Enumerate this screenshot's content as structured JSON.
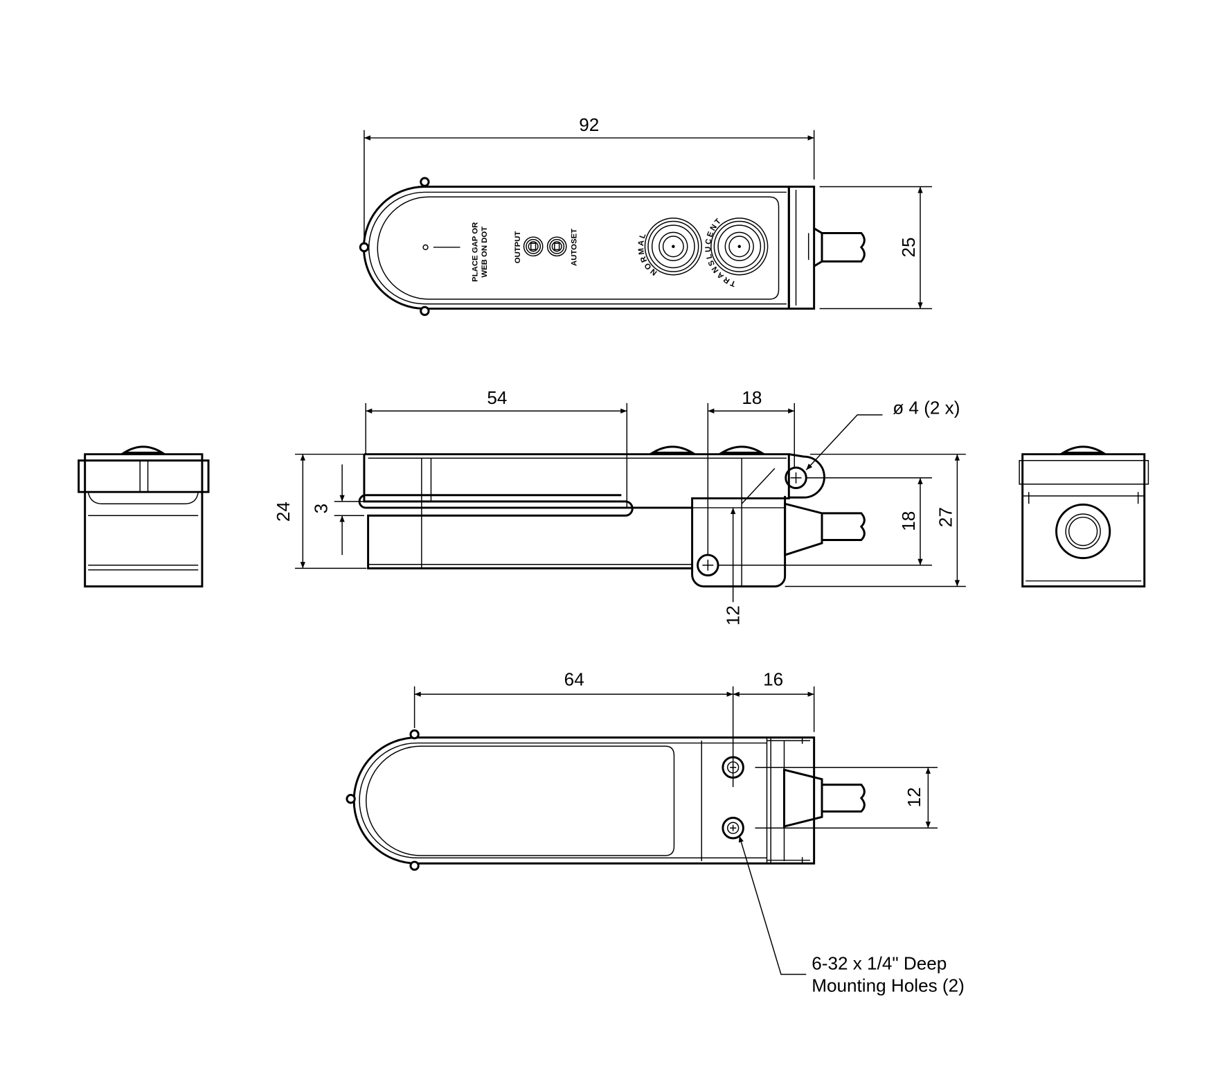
{
  "top_view": {
    "dim_length": "92",
    "dim_height": "25",
    "label_place_line1": "PLACE GAP OR",
    "label_place_line2": "WEB ON DOT",
    "label_output": "OUTPUT",
    "label_autoset": "AUTOSET",
    "label_normal": "NORMAL",
    "label_translucent": "TRANSLUCENT"
  },
  "side_view": {
    "dim_slot_depth": "54",
    "dim_hole_spacing": "18",
    "hole_note": "ø 4 (2 x)",
    "dim_height": "24",
    "dim_gap": "3",
    "dim_vertical_holes": "18",
    "dim_total_height": "27",
    "dim_offset": "12"
  },
  "bottom_view": {
    "dim_length": "64",
    "dim_end": "16",
    "dim_hole_spacing": "12",
    "note_line1": "6-32 x 1/4\" Deep",
    "note_line2": "Mounting Holes (2)"
  }
}
